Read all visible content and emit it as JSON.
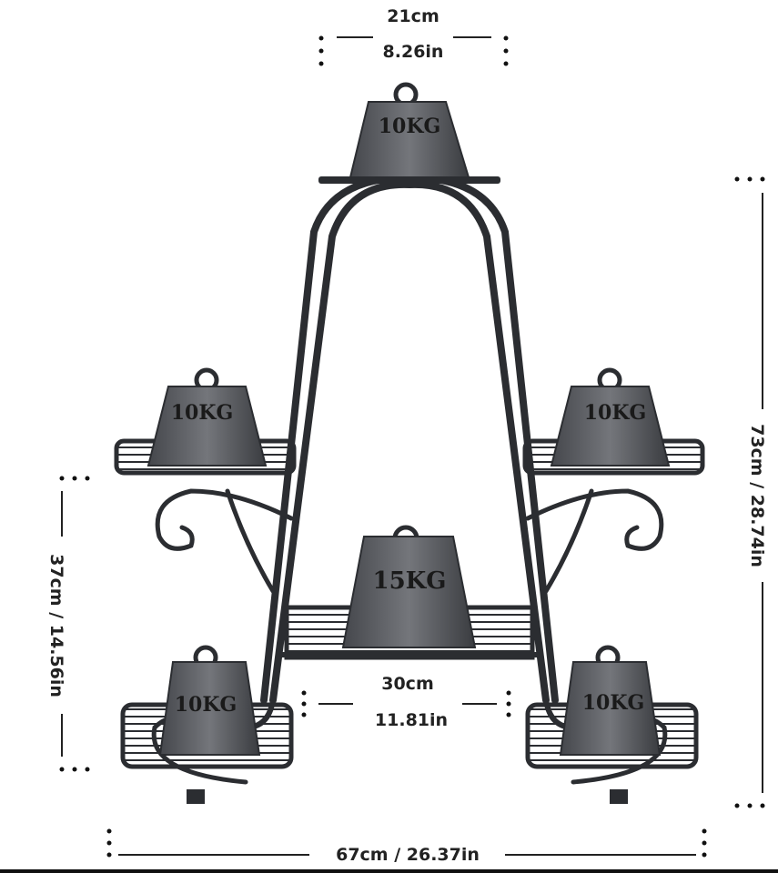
{
  "dimensions": {
    "top_width_cm": "21cm",
    "top_width_in": "8.26in",
    "height_total": "73cm / 28.74in",
    "lower_height": "37cm / 14.56in",
    "inner_width_cm": "30cm",
    "inner_width_in": "11.81in",
    "total_width": "67cm / 26.37in"
  },
  "weights": {
    "top": "10KG",
    "left_middle": "10KG",
    "right_middle": "10KG",
    "center": "15KG",
    "left_bottom": "10KG",
    "right_bottom": "10KG"
  },
  "colors": {
    "metal": "#2b2d31",
    "weight": "#5f6166"
  }
}
